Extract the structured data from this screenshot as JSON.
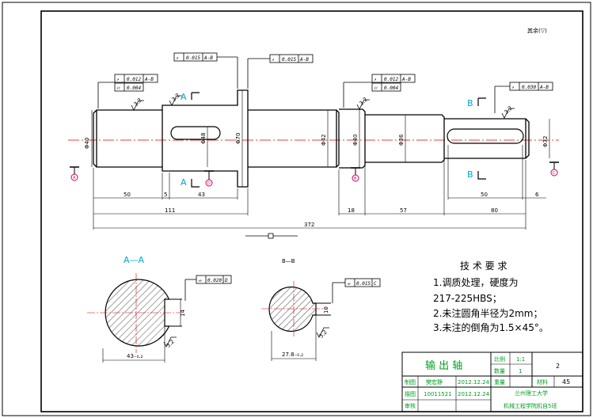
{
  "corner_mark": "其余(▽)",
  "tolerances": {
    "t1": {
      "symbol": "↗",
      "value": "0.015",
      "datum": "A-B"
    },
    "t2": {
      "symbol": "↗",
      "value": "0.015",
      "datum": "A-B"
    },
    "t3": {
      "symbol": "↗",
      "value": "0.012",
      "datum": "A-B"
    },
    "t4": {
      "symbol": "⌭",
      "value": "0.004"
    },
    "t5": {
      "symbol": "↗",
      "value": "0.012",
      "datum": "A-B"
    },
    "t6": {
      "symbol": "⌭",
      "value": "0.004"
    },
    "t7": {
      "symbol": "↗",
      "value": "0.030",
      "datum": "A-B"
    },
    "t8": {
      "symbol": "⌯",
      "value": "0.020",
      "datum": "D"
    },
    "t9": {
      "symbol": "⌯",
      "value": "0.015",
      "datum": "C"
    }
  },
  "section_marks": {
    "a_top": "A",
    "a_bottom": "A",
    "b_top": "B",
    "b_bottom": "B",
    "datum_a": "A",
    "datum_b": "B",
    "datum_c": "C",
    "datum_d": "D"
  },
  "roughness": {
    "r1": "3.2",
    "r2": "3.2",
    "r3": "3.2",
    "r4": "3.2",
    "r5": "3.2",
    "r6": "3.2"
  },
  "dimensions": {
    "d_left_journal": "Φ40",
    "d_key_a": "Φ48",
    "d_flange": "Φ70",
    "d_mid": "Φ42",
    "d_bearing": "Φ40",
    "d_step": "Φ36",
    "d_right_end": "Φ32",
    "len_50_left": "50",
    "len_5": "5",
    "len_43": "43",
    "len_111": "111",
    "len_372": "372",
    "len_18": "18",
    "len_57": "57",
    "len_80": "80",
    "len_50_right": "50",
    "len_6": "6",
    "sec_a_depth": "43₋₀.₂",
    "sec_a_width": "14",
    "sec_b_depth": "27.8₋₀.₂",
    "sec_b_width": "10"
  },
  "sections": {
    "aa": "A—A",
    "bb": "B—B"
  },
  "tech_requirements": {
    "title": "技 术 要 求",
    "line1": "1.调质处理，硬度为",
    "line2": "217-225HBS；",
    "line3": "2.未注圆角半径为2mm；",
    "line4": "3.未注的倒角为1.5×45°。"
  },
  "title_block": {
    "part_name": "输 出 轴",
    "scale_label": "比例",
    "scale_value": "1:1",
    "qty_label": "数量",
    "qty_value": "1",
    "sheet_no": "2",
    "weight_label": "重量",
    "material_label": "材料",
    "material_value": "45",
    "drawn_label": "制图",
    "drawn_name": "樊宏静",
    "drawn_date": "2012.12.24",
    "student_label": "描图",
    "student_no": "10011521",
    "student_date": "2012.12.24",
    "check_label": "审核",
    "school": "兰州理工大学",
    "class": "机械工程学院机自5班"
  }
}
